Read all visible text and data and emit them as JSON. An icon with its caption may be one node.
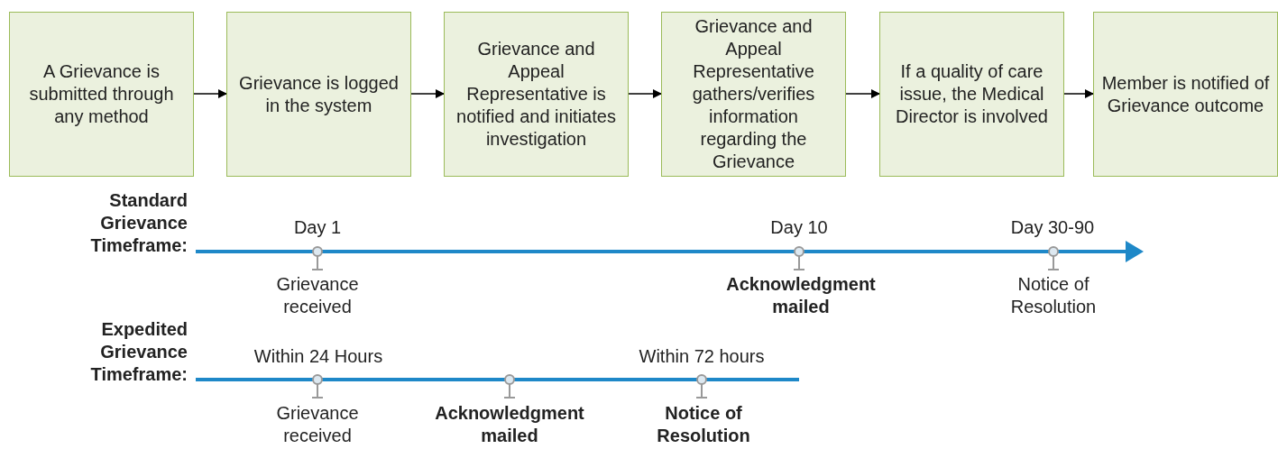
{
  "diagram": {
    "nodes": [
      {
        "text": [
          "A Grievance is submitted through any method"
        ]
      },
      {
        "text": [
          "Grievance is logged in the system"
        ]
      },
      {
        "text": [
          "Grievance and Appeal Representative is notified and initiates investigation"
        ]
      },
      {
        "text": [
          "Grievance and Appeal Representative gathers/verifies information regarding the Grievance"
        ]
      },
      {
        "text": [
          "If a quality of care issue, the Medical Director is involved"
        ]
      },
      {
        "text": [
          "Member is notified of Grievance outcome"
        ]
      }
    ],
    "edges": [
      {
        "from": 0,
        "to": 1,
        "arrow": "to"
      },
      {
        "from": 1,
        "to": 2,
        "arrow": "to"
      },
      {
        "from": 2,
        "to": 3,
        "arrow": "to"
      },
      {
        "from": 3,
        "to": 4,
        "arrow": "to"
      },
      {
        "from": 4,
        "to": 5,
        "arrow": "to"
      }
    ],
    "labels": [
      "Standard Grievance Timeframe:",
      "Day 1",
      "Grievance received",
      "Day 10",
      "Acknowledgment mailed",
      "Day 30-90",
      "Notice of Resolution",
      "Expedited Grievance Timeframe:",
      "Within 24 Hours",
      "Grievance received",
      "Acknowledgment mailed",
      "Within 72 hours",
      "Notice of Resolution"
    ]
  }
}
